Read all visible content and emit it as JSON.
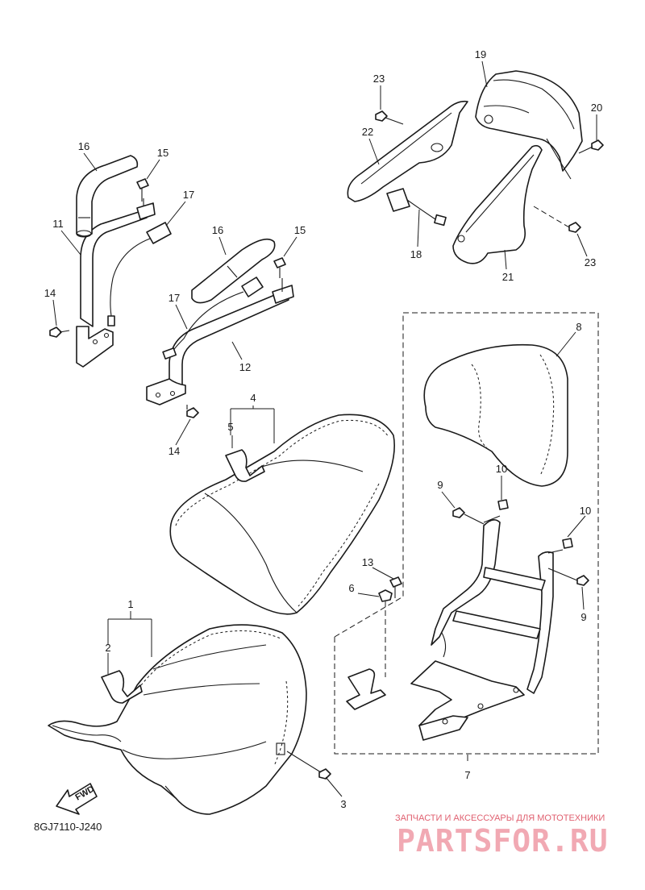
{
  "diagram": {
    "code": "8GJ7110-J240",
    "fwd_label": "FWD",
    "callouts": [
      "1",
      "2",
      "3",
      "4",
      "5",
      "6",
      "7",
      "8",
      "9",
      "9",
      "10",
      "10",
      "11",
      "12",
      "13",
      "14",
      "14",
      "15",
      "15",
      "16",
      "16",
      "17",
      "17",
      "18",
      "19",
      "20",
      "21",
      "22",
      "23",
      "23"
    ]
  },
  "watermark": {
    "subtitle": "ЗАПЧАСТИ И АКСЕССУАРЫ ДЛЯ МОТОТЕХНИКИ",
    "brand": "PARTSFOR.RU"
  }
}
